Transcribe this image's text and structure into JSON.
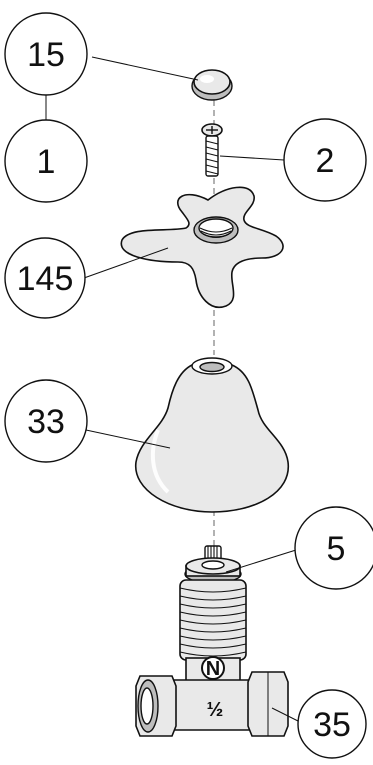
{
  "callouts": [
    {
      "id": "15",
      "label": "15"
    },
    {
      "id": "1",
      "label": "1"
    },
    {
      "id": "2",
      "label": "2"
    },
    {
      "id": "145",
      "label": "145"
    },
    {
      "id": "33",
      "label": "33"
    },
    {
      "id": "5",
      "label": "5"
    },
    {
      "id": "35",
      "label": "35"
    }
  ],
  "body_marking": "½",
  "logo_letter": "N",
  "colors": {
    "line": "#111111",
    "part_fill": "#e9e9e9",
    "background": "#ffffff"
  }
}
